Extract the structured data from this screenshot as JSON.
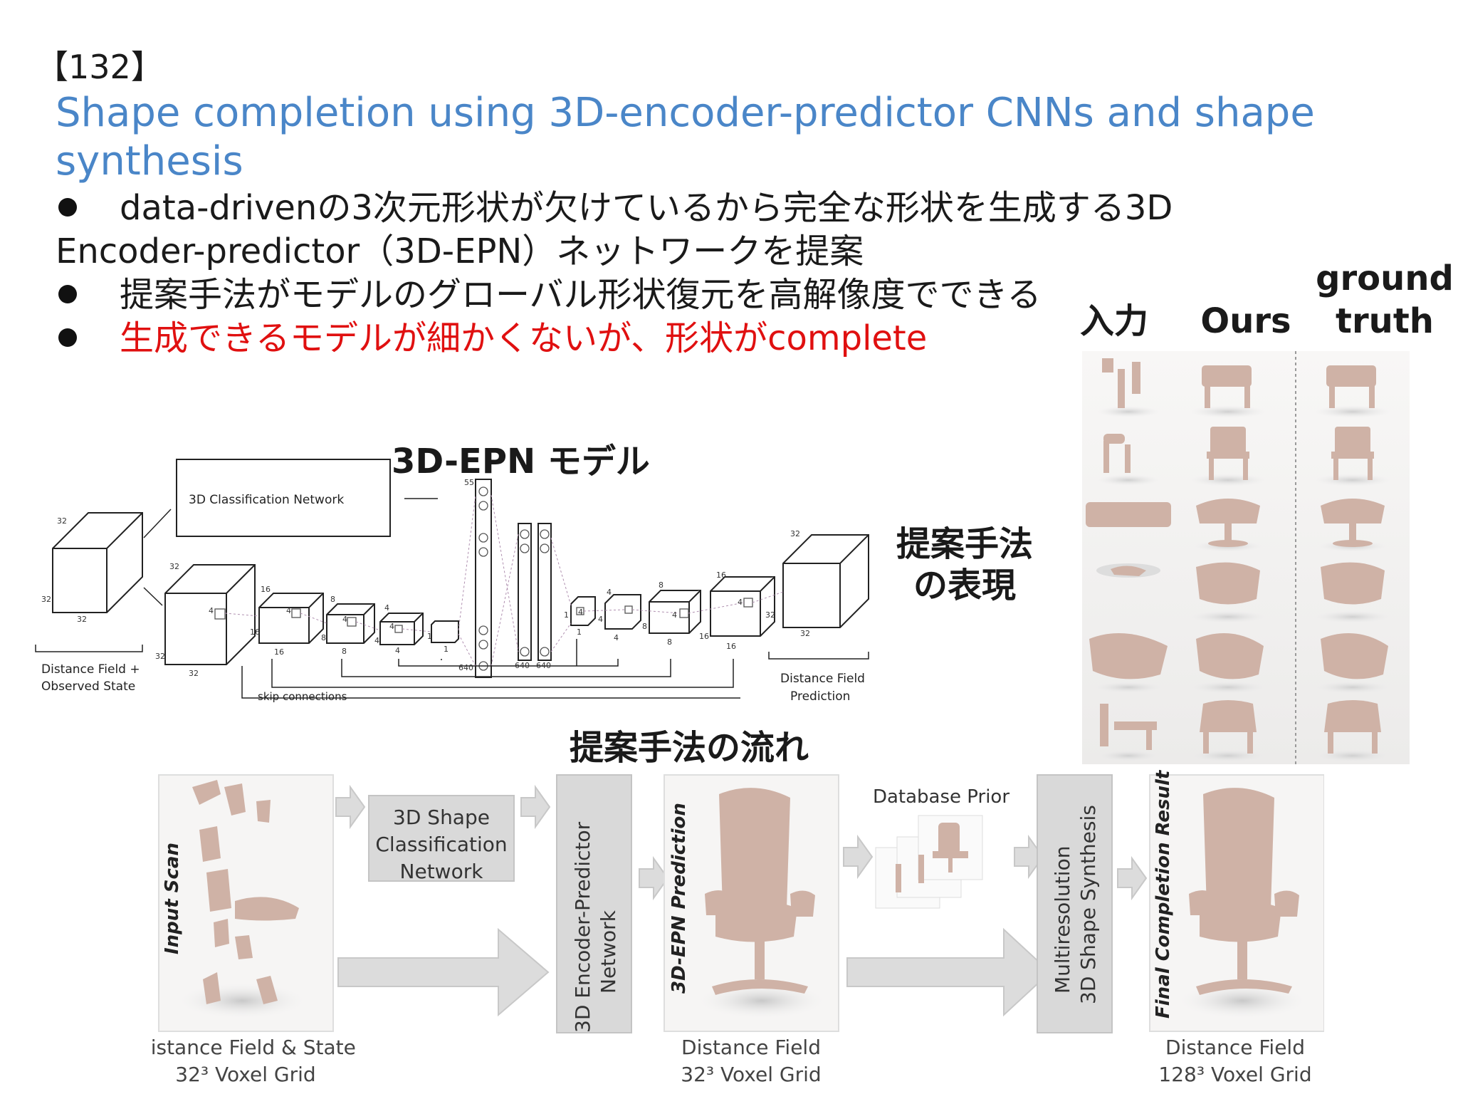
{
  "slide_number": "【132】",
  "title": "Shape completion using 3D-encoder-predictor CNNs and shape synthesis",
  "bullets": [
    {
      "text": "data-drivenの3次元形状が欠けているから完全な形状を生成する3D",
      "color": "#1a1a1a"
    },
    {
      "text": "Encoder-predictor（3D-EPN）ネットワークを提案",
      "color": "#1a1a1a",
      "continuation": true
    },
    {
      "text": "提案手法がモデルのグローバル形状復元を高解像度でできる",
      "color": "#1a1a1a"
    },
    {
      "text": "生成できるモデルが細かくないが、形状がcomplete",
      "color": "#e01010"
    }
  ],
  "model_title": "3D-EPN モデル",
  "side_label": "提案手法の表現",
  "side_label_lines": [
    "提案手法",
    "の表現"
  ],
  "flow_title": "提案手法の流れ",
  "comparison": {
    "col_input": "入力",
    "col_ours": "Ours",
    "col_gt_line1": "ground",
    "col_gt_line2": "truth"
  },
  "architecture": {
    "classification_box": "3D Classification Network",
    "input_caption_line1": "Distance Field +",
    "input_caption_line2": "Observed State",
    "skip_caption": "skip connections",
    "output_caption_line1": "Distance Field",
    "output_caption_line2": "Prediction",
    "dims": {
      "in_32a": "32",
      "in_32b": "32",
      "in_32c": "32",
      "e1_32a": "32",
      "e1_32b": "32",
      "e1_32c": "32",
      "e1_4": "4",
      "e2_16a": "16",
      "e2_16b": "16",
      "e2_16c": "16",
      "e2_4": "4",
      "e3_8a": "8",
      "e3_8b": "8",
      "e3_8c": "8",
      "e3_4": "4",
      "e4_4a": "4",
      "e4_4b": "4",
      "e4_4c": "4",
      "e4_4d": "4",
      "e5_1a": "1",
      "e5_1b": "1",
      "fc_55": "55",
      "fc_640a": "640",
      "fc_640b": "640",
      "fc_640c": "640",
      "d1_1a": "1",
      "d1_1b": "1",
      "d1_4": "4",
      "d2_4a": "4",
      "d2_4b": "4",
      "d2_4c": "4",
      "d3_8a": "8",
      "d3_8b": "8",
      "d3_8c": "8",
      "d3_4": "4",
      "d4_16a": "16",
      "d4_16b": "16",
      "d4_16c": "16",
      "d4_4": "4",
      "out_32a": "32",
      "out_32b": "32",
      "out_32c": "32"
    }
  },
  "flow": {
    "input_scan": "Input Scan",
    "cls_line1": "3D Shape",
    "cls_line2": "Classification",
    "cls_line3": "Network",
    "epn_line1": "3D Encoder-Predictor",
    "epn_line2": "Network",
    "epn_pred": "3D-EPN Prediction",
    "db_prior": "Database Prior",
    "synth_line1": "Multiresolution",
    "synth_line2": "3D Shape Synthesis",
    "final": "Final Completion Result",
    "cap1_line1": "Distance Field & State",
    "cap1_line2": "32³ Voxel Grid",
    "cap2_line1": "Distance Field",
    "cap2_line2": "32³ Voxel Grid",
    "cap3_line1": "Distance Field",
    "cap3_line2": "128³ Voxel Grid"
  },
  "colors": {
    "title": "#4a86c8",
    "red": "#e01010",
    "chair": "#cfb2a6",
    "panel": "#d9d9d9"
  }
}
